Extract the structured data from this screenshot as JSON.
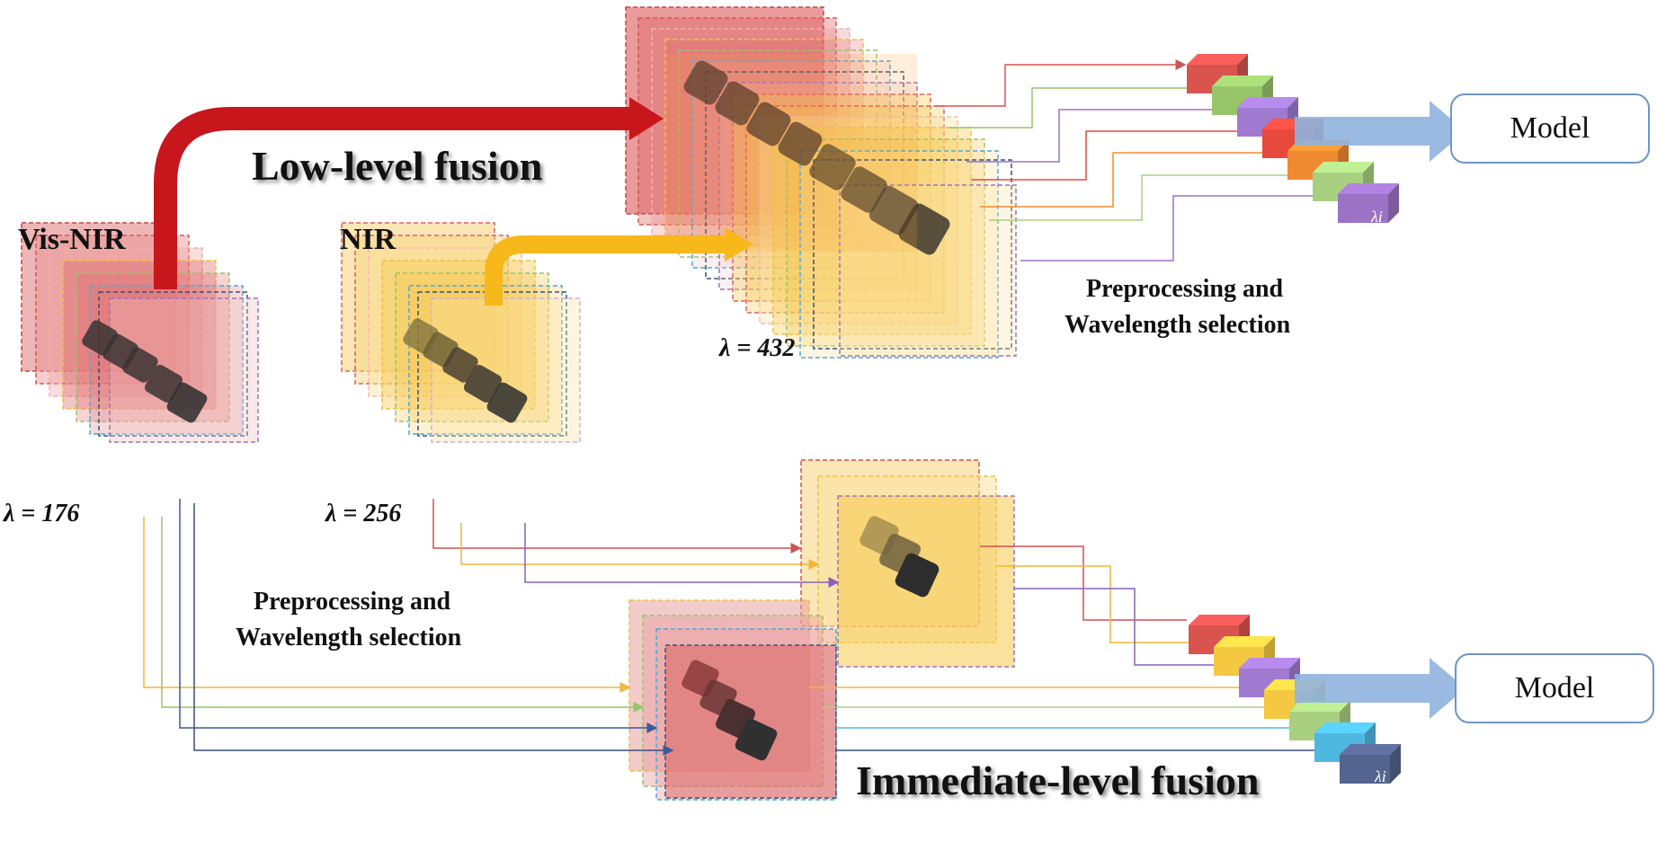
{
  "title_low": "Low-level fusion",
  "title_intermediate": "Immediate-level fusion",
  "vis_nir": {
    "label": "Vis-NIR",
    "lambda": "λ = 176"
  },
  "nir": {
    "label": "NIR",
    "lambda": "λ = 256"
  },
  "fused": {
    "lambda": "λ = 432"
  },
  "preprocessing_top": {
    "line1": "Preprocessing and",
    "line2": "Wavelength selection"
  },
  "preprocessing_bottom": {
    "line1": "Preprocessing and",
    "line2": "Wavelength selection"
  },
  "model_top": "Model",
  "model_bottom": "Model",
  "cube_label_top": "λi",
  "cube_label_bottom": "λi",
  "colors": {
    "red": "#c8161d",
    "yellow": "#f6b81a",
    "stack_red": "#d14b4b",
    "stack_yellow": "#f5c842",
    "green": "#98c46a",
    "purple": "#9b72c4",
    "blue": "#4fa8d8",
    "orange": "#f08a30",
    "navy": "#3b4f7a",
    "arrow_blue": "#8fb3de"
  },
  "cubes_top": [
    "#d9534f",
    "#98c46a",
    "#a07ad0",
    "#e8493d",
    "#f08a30",
    "#a8d080",
    "#9b72c4"
  ],
  "cubes_bottom": [
    "#d9534f",
    "#f5c842",
    "#a07ad0",
    "#f5c842",
    "#a8d080",
    "#4fb8e0",
    "#55648e"
  ]
}
